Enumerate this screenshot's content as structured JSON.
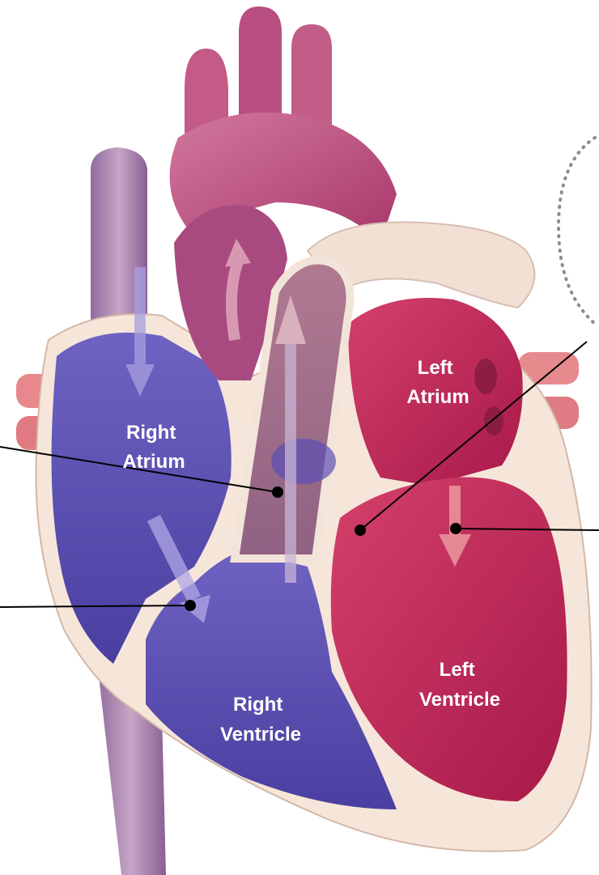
{
  "labels": {
    "right_atrium": [
      "Right",
      "Atrium"
    ],
    "left_atrium": [
      "Left",
      "Atrium"
    ],
    "right_ventricle": [
      "Right",
      "Ventricle"
    ],
    "left_ventricle": [
      "Left",
      "Ventricle"
    ]
  },
  "colors": {
    "deoxygenated": "#5a4fb0",
    "oxygenated": "#b8204e",
    "vessel_purple": "#a85f95",
    "aorta_pink": "#c4507e",
    "wall_cream": "#f6e6da",
    "leader_line": "#000000"
  }
}
